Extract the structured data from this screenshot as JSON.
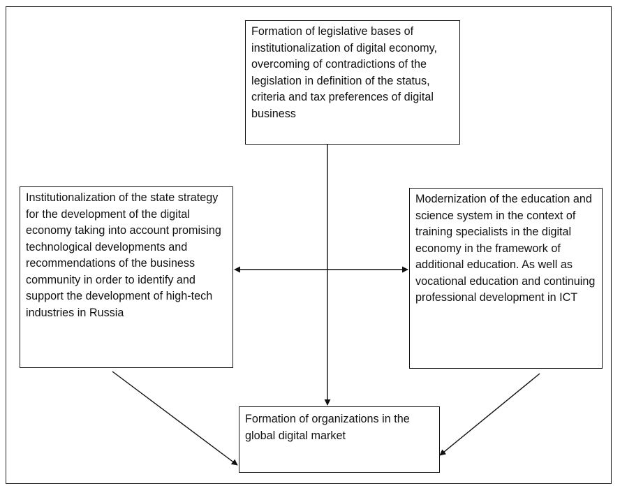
{
  "diagram": {
    "boxes": {
      "top": "Formation of legislative bases of institutionalization of digital economy, overcoming of contradictions of the legislation in definition of the status, criteria and tax preferences of digital business",
      "left": "Institutionalization of the state strategy for the development of the digital economy taking into account promising technological developments and recommendations of the business community in order to identify and support the development of high-tech industries in Russia",
      "right": "Modernization of the education and science system in the context of training specialists in the digital economy in the framework of additional education. As well as vocational education and continuing professional development in ICT",
      "bottom": "Formation of organizations in the global digital market"
    },
    "connections": [
      {
        "from": "top",
        "to": "bottom",
        "type": "arrow"
      },
      {
        "from": "left",
        "to": "bottom",
        "type": "arrow"
      },
      {
        "from": "right",
        "to": "bottom",
        "type": "arrow"
      },
      {
        "from": "left",
        "to": "right",
        "type": "double-arrow"
      }
    ],
    "colors": {
      "line": "#111111",
      "box_border": "#111111",
      "background": "#ffffff"
    }
  }
}
